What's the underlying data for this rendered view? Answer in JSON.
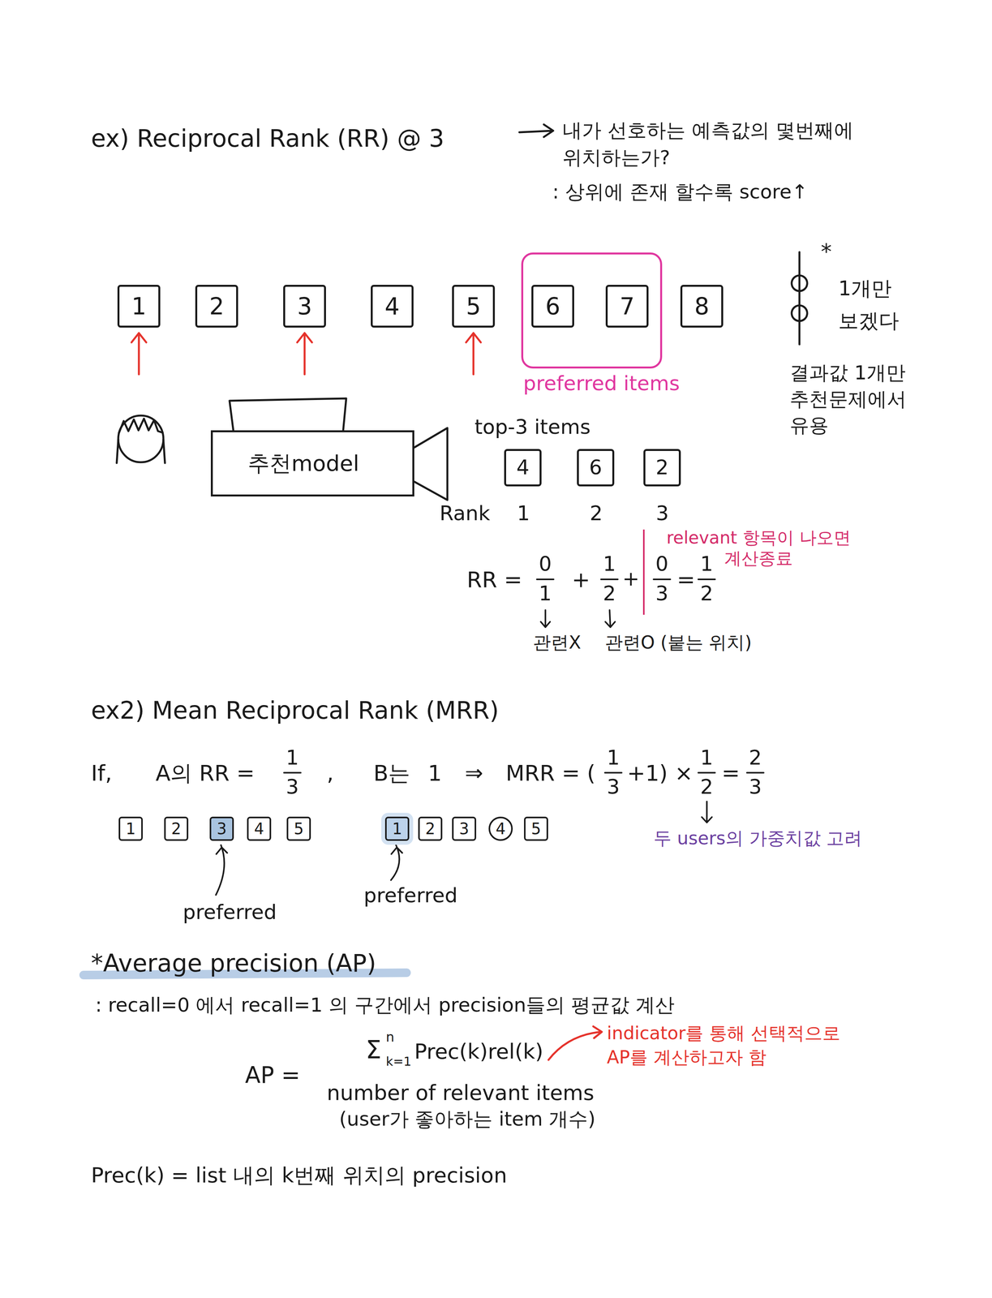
{
  "diagram": {
    "nodes": [
      {
        "text": [
          "1"
        ]
      },
      {
        "text": [
          "2"
        ]
      },
      {
        "text": [
          "3"
        ]
      },
      {
        "text": [
          "4"
        ]
      },
      {
        "text": [
          "5"
        ]
      },
      {
        "text": [
          "preferred items"
        ]
      },
      {
        "text": [
          "6"
        ],
        "in": 5
      },
      {
        "text": [
          "7"
        ],
        "in": 5
      },
      {
        "text": [
          "8"
        ]
      },
      {
        "text": [
          "추천model"
        ]
      },
      {
        "text": [
          "4"
        ]
      },
      {
        "text": [
          "6"
        ]
      },
      {
        "text": [
          "2"
        ]
      },
      {
        "text": [
          "1"
        ]
      },
      {
        "text": [
          "2"
        ]
      },
      {
        "text": [
          "3"
        ]
      },
      {
        "text": [
          "4"
        ]
      },
      {
        "text": [
          "5"
        ]
      },
      {
        "text": [
          "1"
        ]
      },
      {
        "text": [
          "2"
        ]
      },
      {
        "text": [
          "3"
        ]
      },
      {
        "text": [
          "4"
        ]
      },
      {
        "text": [
          "5"
        ]
      }
    ],
    "labels": [
      "ex) Reciprocal Rank (RR) @ 3",
      "내가 선호하는 예측값의 몇번째에 위치하는가?",
      ": 상위에 존재 할수록 score↑",
      "*",
      "1개만 보겠다",
      "결과값 1개만 추천문제에서 유용",
      "top-3 items",
      "Rank",
      "1",
      "2",
      "3",
      "relevant 항목이 나오면 계산종료",
      "RR =",
      "0",
      "1",
      "+",
      "1",
      "2",
      "+",
      "0",
      "3",
      "=",
      "1",
      "2",
      "관련X",
      "관련O (붙는 위치)",
      "ex2) Mean Reciprocal Rank (MRR)",
      "If,",
      "A의 RR =",
      "1",
      "3",
      ",",
      "B는",
      "1",
      "⇒",
      "MRR = (",
      "1",
      "3",
      "+1) ×",
      "1",
      "2",
      "=",
      "2",
      "3",
      "두 users의 가중치값 고려",
      "preferred",
      "preferred",
      "*Average precision (AP)",
      ": recall=0 에서 recall=1 의 구간에서 precision들의 평균값 계산",
      "indicator를 통해 선택적으로 AP를 계산하고자 함",
      "AP =",
      "Σ",
      "n",
      "k=1",
      "Prec(k)rel(k)",
      "number of relevant items",
      "(user가 좋아하는 item 개수)",
      "Prec(k) = list 내의 k번째 위치의 precision"
    ]
  }
}
